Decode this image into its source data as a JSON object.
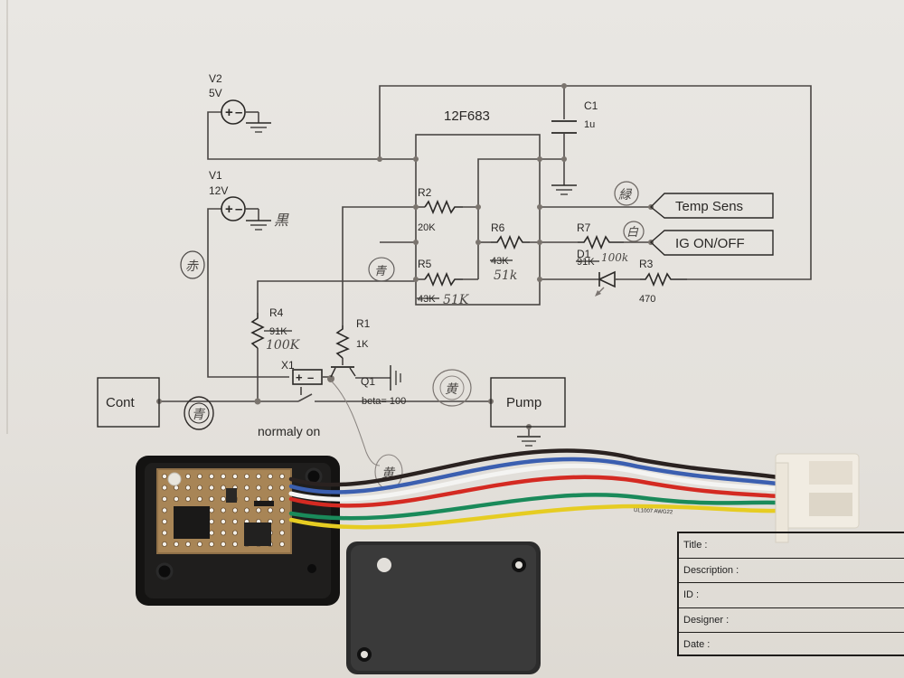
{
  "schematic": {
    "sources": [
      {
        "ref": "V2",
        "value": "5V"
      },
      {
        "ref": "V1",
        "value": "12V",
        "note": "黒"
      }
    ],
    "ic": {
      "label": "12F683"
    },
    "capacitor": {
      "ref": "C1",
      "value": "1u"
    },
    "resistors": [
      {
        "ref": "R2",
        "value": "20K"
      },
      {
        "ref": "R5",
        "value": "43K",
        "new_value": "51K"
      },
      {
        "ref": "R6",
        "value": "43K",
        "new_value": "51k"
      },
      {
        "ref": "R7",
        "value": "91K",
        "new_value": "100k"
      },
      {
        "ref": "R3",
        "value": "470"
      },
      {
        "ref": "R4",
        "value": "91K",
        "new_value": "100K"
      },
      {
        "ref": "R1",
        "value": "1K"
      }
    ],
    "diode": {
      "ref": "D1"
    },
    "transistor": {
      "ref": "Q1",
      "param": "beta= 100"
    },
    "relay": {
      "ref": "X1",
      "note": "normaly on"
    },
    "ports": [
      {
        "label": "Temp Sens",
        "wire_note": "緑"
      },
      {
        "label": "IG ON/OFF",
        "wire_note": "白"
      }
    ],
    "blocks": [
      {
        "label": "Cont",
        "wire_note": "青"
      },
      {
        "label": "Pump",
        "wire_note": "黄"
      }
    ],
    "wire_notes": {
      "v1_line": "赤",
      "r5_line": "青",
      "relay_lead": "黄"
    }
  },
  "title_block": {
    "rows": [
      "Title :",
      "Description :",
      "ID :",
      "Designer :",
      "Date :"
    ]
  },
  "photo": {
    "wire_colors": [
      "#2a2220",
      "#3b5fb0",
      "#f4f4f2",
      "#d42a22",
      "#1a8a5a",
      "#e6cc22"
    ],
    "wire_print": "UL1007 AWG22"
  }
}
